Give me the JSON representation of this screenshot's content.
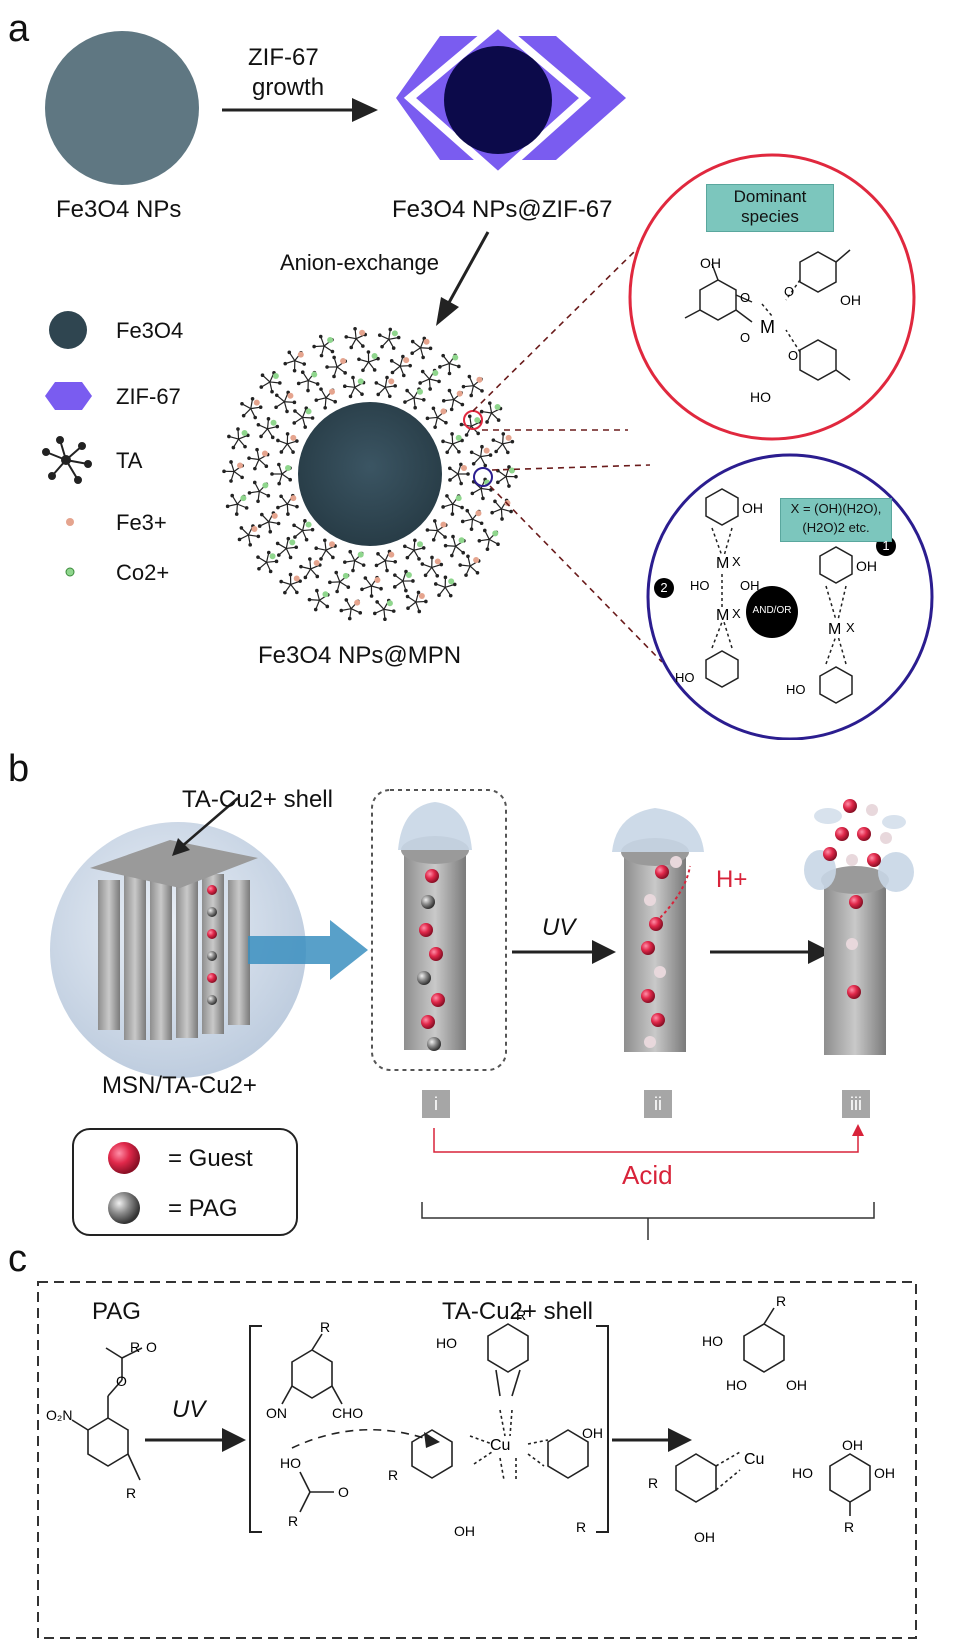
{
  "panels": {
    "a": "a",
    "b": "b",
    "c": "c"
  },
  "a": {
    "fe3o4_nps": "Fe3O4 NPs",
    "zif_growth": [
      "ZIF-67",
      "growth"
    ],
    "fe3o4_zif": "Fe3O4 NPs@ZIF-67",
    "anion_exchange": "Anion-exchange",
    "fe3o4_mpn": "Fe3O4 NPs@MPN",
    "legend": [
      {
        "label": "Fe3O4",
        "icon": "dark-sphere-icon"
      },
      {
        "label": "ZIF-67",
        "icon": "purple-hexagon-icon"
      },
      {
        "label": "TA",
        "icon": "tannic-acid-star-icon"
      },
      {
        "label": "Fe3+",
        "icon": "orange-dot-icon"
      },
      {
        "label": "Co2+",
        "icon": "green-dot-icon"
      }
    ],
    "dominant_species": [
      "Dominant",
      "species"
    ],
    "x_def": [
      "X = (OH)(H2O),",
      "(H2O)2 etc."
    ],
    "and_or": "AND/OR",
    "markers": [
      "1",
      "2"
    ]
  },
  "b": {
    "shell_label": "TA-Cu2+ shell",
    "msn_label": "MSN/TA-Cu2+",
    "uv": "UV",
    "h_plus": "H+",
    "steps": [
      "i",
      "ii",
      "iii"
    ],
    "acid": "Acid",
    "legend": [
      {
        "label": "= Guest",
        "icon": "red-sphere-icon"
      },
      {
        "label": "= PAG",
        "icon": "gray-sphere-icon"
      }
    ]
  },
  "c": {
    "pag": "PAG",
    "uv": "UV",
    "shell": "TA-Cu2+ shell"
  },
  "colors": {
    "nanoparticle": "#5f7782",
    "core_dark": "#2f4550",
    "zif": "#7a5cf0",
    "zif_core": "#0c0a4a",
    "red_circle": "#e0283e",
    "blue_circle": "#2b1d8f",
    "teal_box": "#7cc6bd",
    "acid": "#d8233a",
    "arrow_blue": "#3b8fc0"
  }
}
